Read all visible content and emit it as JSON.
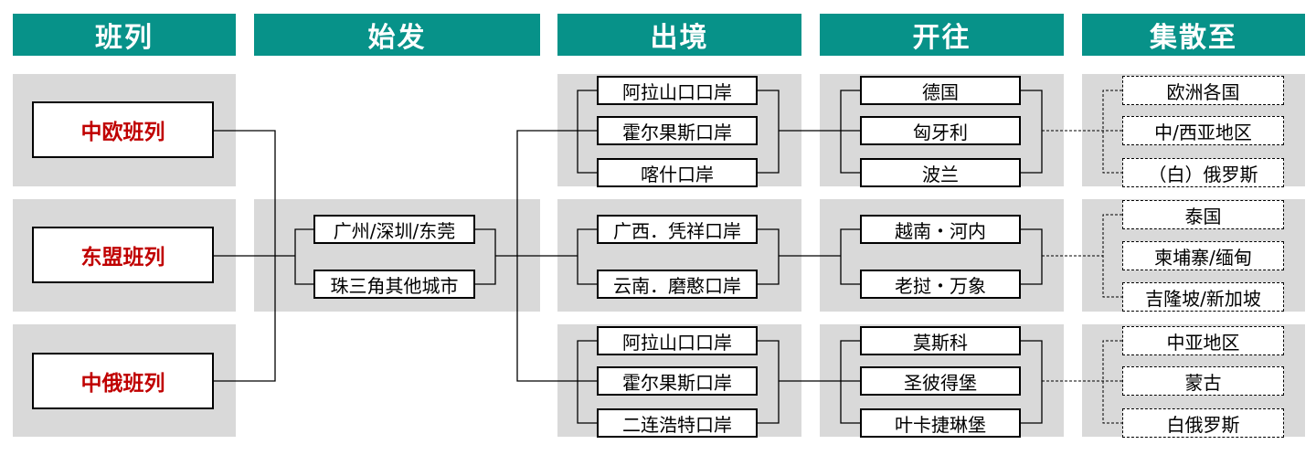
{
  "headers": {
    "train": "班列",
    "origin": "始发",
    "exit": "出境",
    "destination": "开往",
    "distribution": "集散至"
  },
  "trains": {
    "china_europe": "中欧班列",
    "asean": "东盟班列",
    "china_russia": "中俄班列"
  },
  "origins": {
    "prd_core": "广州/深圳/东莞",
    "prd_other": "珠三角其他城市"
  },
  "exits": {
    "europe": [
      "阿拉山口口岸",
      "霍尔果斯口岸",
      "喀什口岸"
    ],
    "asean": [
      "广西．凭祥口岸",
      "云南．磨憨口岸"
    ],
    "russia": [
      "阿拉山口口岸",
      "霍尔果斯口岸",
      "二连浩特口岸"
    ]
  },
  "destinations": {
    "europe": [
      "德国",
      "匈牙利",
      "波兰"
    ],
    "asean": [
      "越南・河内",
      "老挝・万象"
    ],
    "russia": [
      "莫斯科",
      "圣彼得堡",
      "叶卡捷琳堡"
    ]
  },
  "distributions": {
    "europe": [
      "欧洲各国",
      "中/西亚地区",
      "（白）俄罗斯"
    ],
    "asean": [
      "泰国",
      "柬埔寨/缅甸",
      "吉隆坡/新加坡"
    ],
    "russia": [
      "中亚地区",
      "蒙古",
      "白俄罗斯"
    ]
  },
  "colors": {
    "header_bg": "#079289",
    "panel_bg": "#d9d9d9",
    "train_text": "#c00000"
  }
}
